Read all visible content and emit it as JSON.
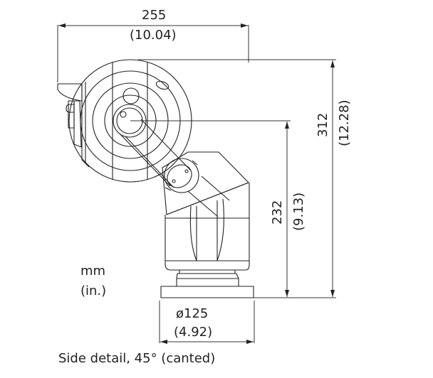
{
  "figure": {
    "caption": "Side detail, 45° (canted)",
    "units": {
      "primary": "mm",
      "secondary": "(in.)"
    },
    "dimensions": {
      "width": {
        "mm": "255",
        "in": "(10.04)"
      },
      "overall_height": {
        "mm": "312",
        "in": "(12.28)"
      },
      "pivot_height": {
        "mm": "232",
        "in": "(9.13)"
      },
      "base_diameter": {
        "mm": "ø125",
        "in": "(4.92)"
      }
    }
  }
}
